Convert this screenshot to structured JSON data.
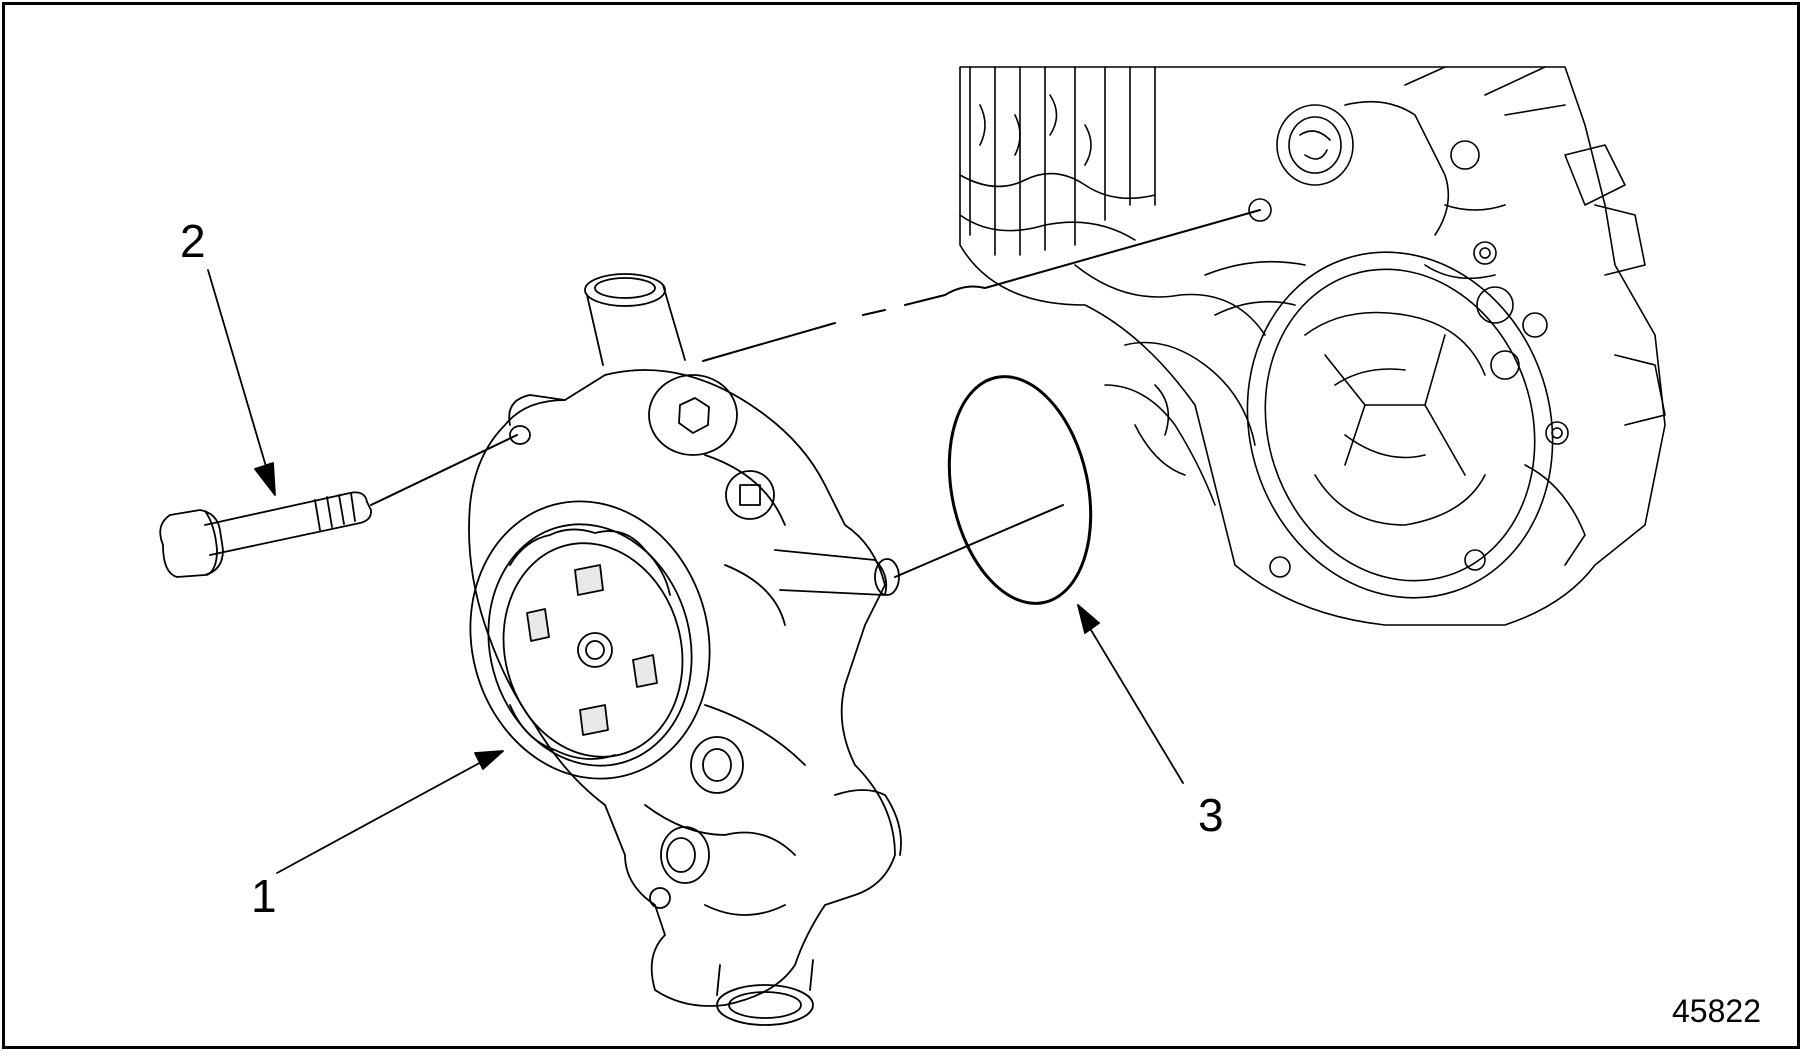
{
  "callouts": {
    "item_1": "1",
    "item_2": "2",
    "item_3": "3"
  },
  "figure_number": "45822",
  "colors": {
    "line": "#000000",
    "background": "#ffffff",
    "shade": "#e8e8e8"
  }
}
